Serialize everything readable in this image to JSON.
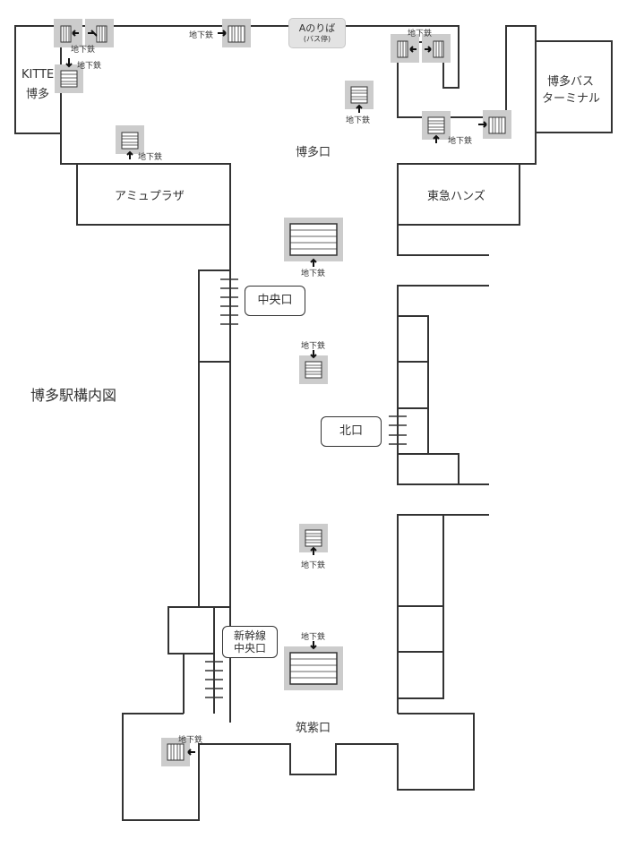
{
  "title": "博多駅構内図",
  "colors": {
    "wall": "#333333",
    "stair_bg": "#cccccc",
    "bus_bg": "#e3e3e3"
  },
  "subway_label": "地下鉄",
  "areas": {
    "hakata_exit": "博多口",
    "chikushi_exit": "筑紫口",
    "amu_plaza": "アミュプラザ",
    "tokyu_hands": "東急ハンズ",
    "kitte_line1": "KITTE",
    "kitte_line2": "博多",
    "bus_terminal_line1": "博多バス",
    "bus_terminal_line2": "ターミナル"
  },
  "exits": {
    "central": "中央口",
    "north": "北口",
    "shinkansen_line1": "新幹線",
    "shinkansen_line2": "中央口"
  },
  "bus_stop": {
    "line1": "Aのりば",
    "line2": "(バス停)"
  }
}
